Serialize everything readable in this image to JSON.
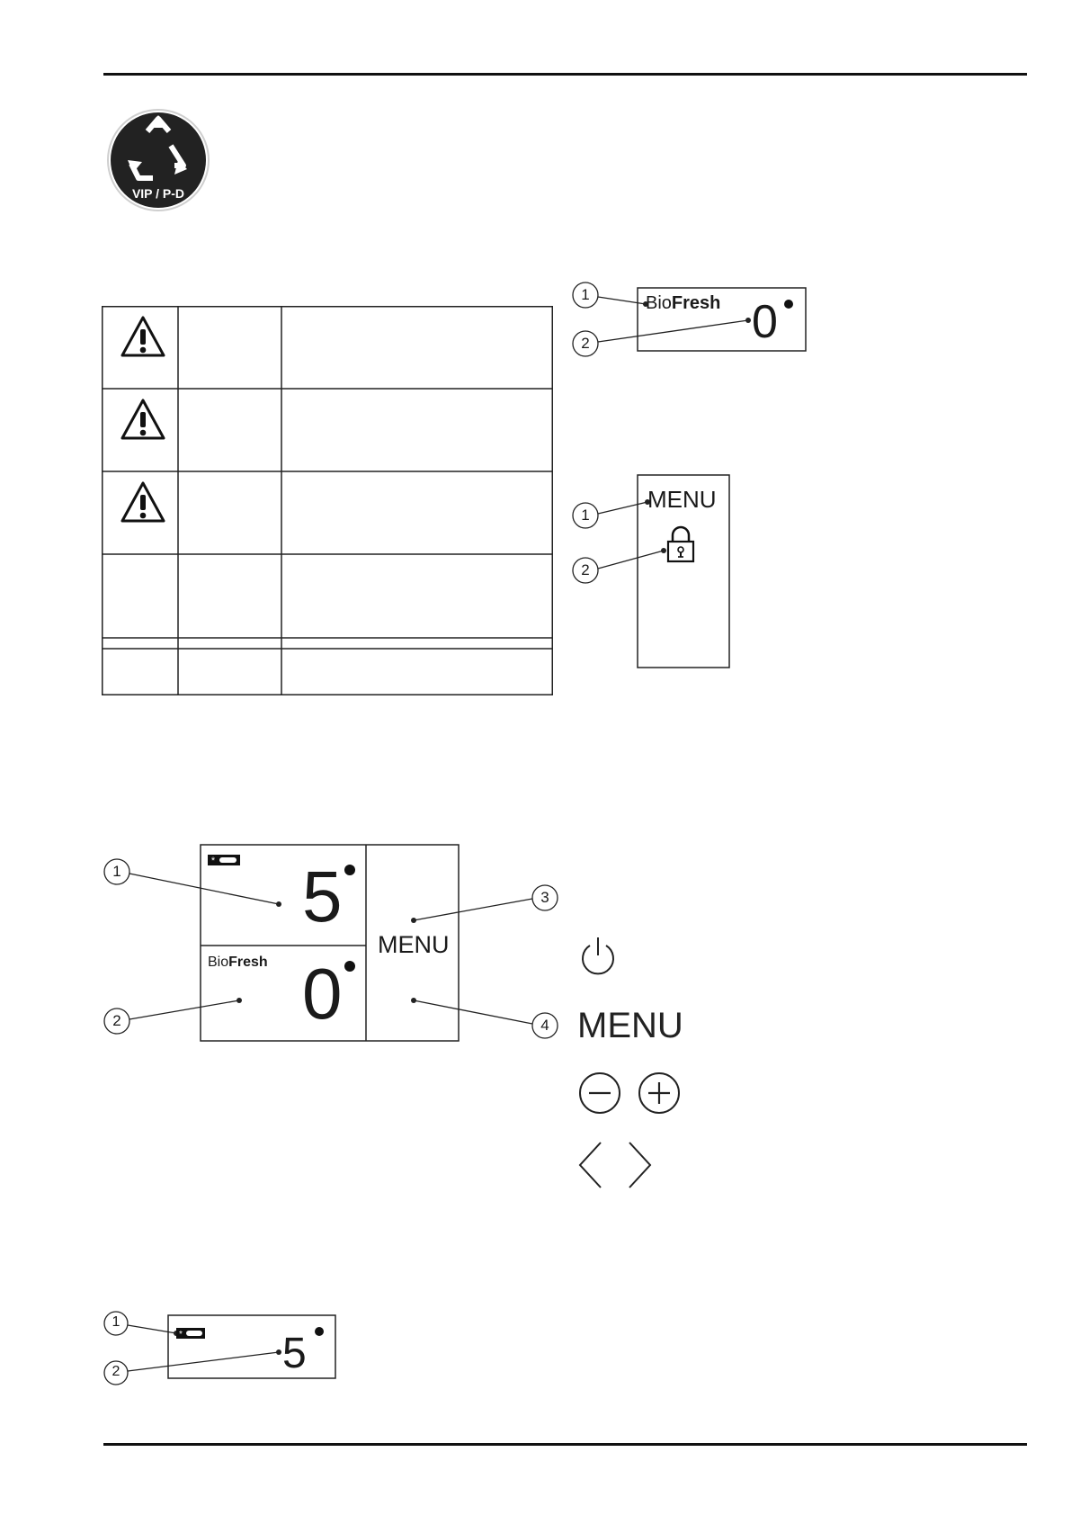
{
  "logo": {
    "label": "VIP / P-D"
  },
  "warning_table": {
    "rows": [
      {
        "icon": "warning-triangle-icon"
      },
      {
        "icon": "warning-triangle-icon"
      },
      {
        "icon": "warning-triangle-icon"
      },
      {
        "icon": ""
      },
      {
        "icon": ""
      },
      {
        "icon": ""
      }
    ]
  },
  "figure_biofresh": {
    "brand_prefix": "Bio",
    "brand_bold": "Fresh",
    "value": "0",
    "callouts": [
      "1",
      "2"
    ]
  },
  "figure_menu_lock": {
    "menu_label": "MENU",
    "icon": "padlock-icon",
    "callouts": [
      "1",
      "2"
    ]
  },
  "figure_main_display": {
    "top_value": "5",
    "top_icon": "freezer-symbol-icon",
    "bottom_brand_prefix": "Bio",
    "bottom_brand_bold": "Fresh",
    "bottom_value": "0",
    "menu_label": "MENU",
    "callouts": [
      "1",
      "2",
      "3",
      "4"
    ]
  },
  "keys": {
    "power_icon": "power-icon",
    "menu_label": "MENU",
    "minus_icon": "minus-icon",
    "plus_icon": "plus-icon",
    "left_icon": "chevron-left-icon",
    "right_icon": "chevron-right-icon"
  },
  "figure_small_display": {
    "value": "5",
    "icon": "freezer-symbol-icon",
    "callouts": [
      "1",
      "2"
    ]
  }
}
